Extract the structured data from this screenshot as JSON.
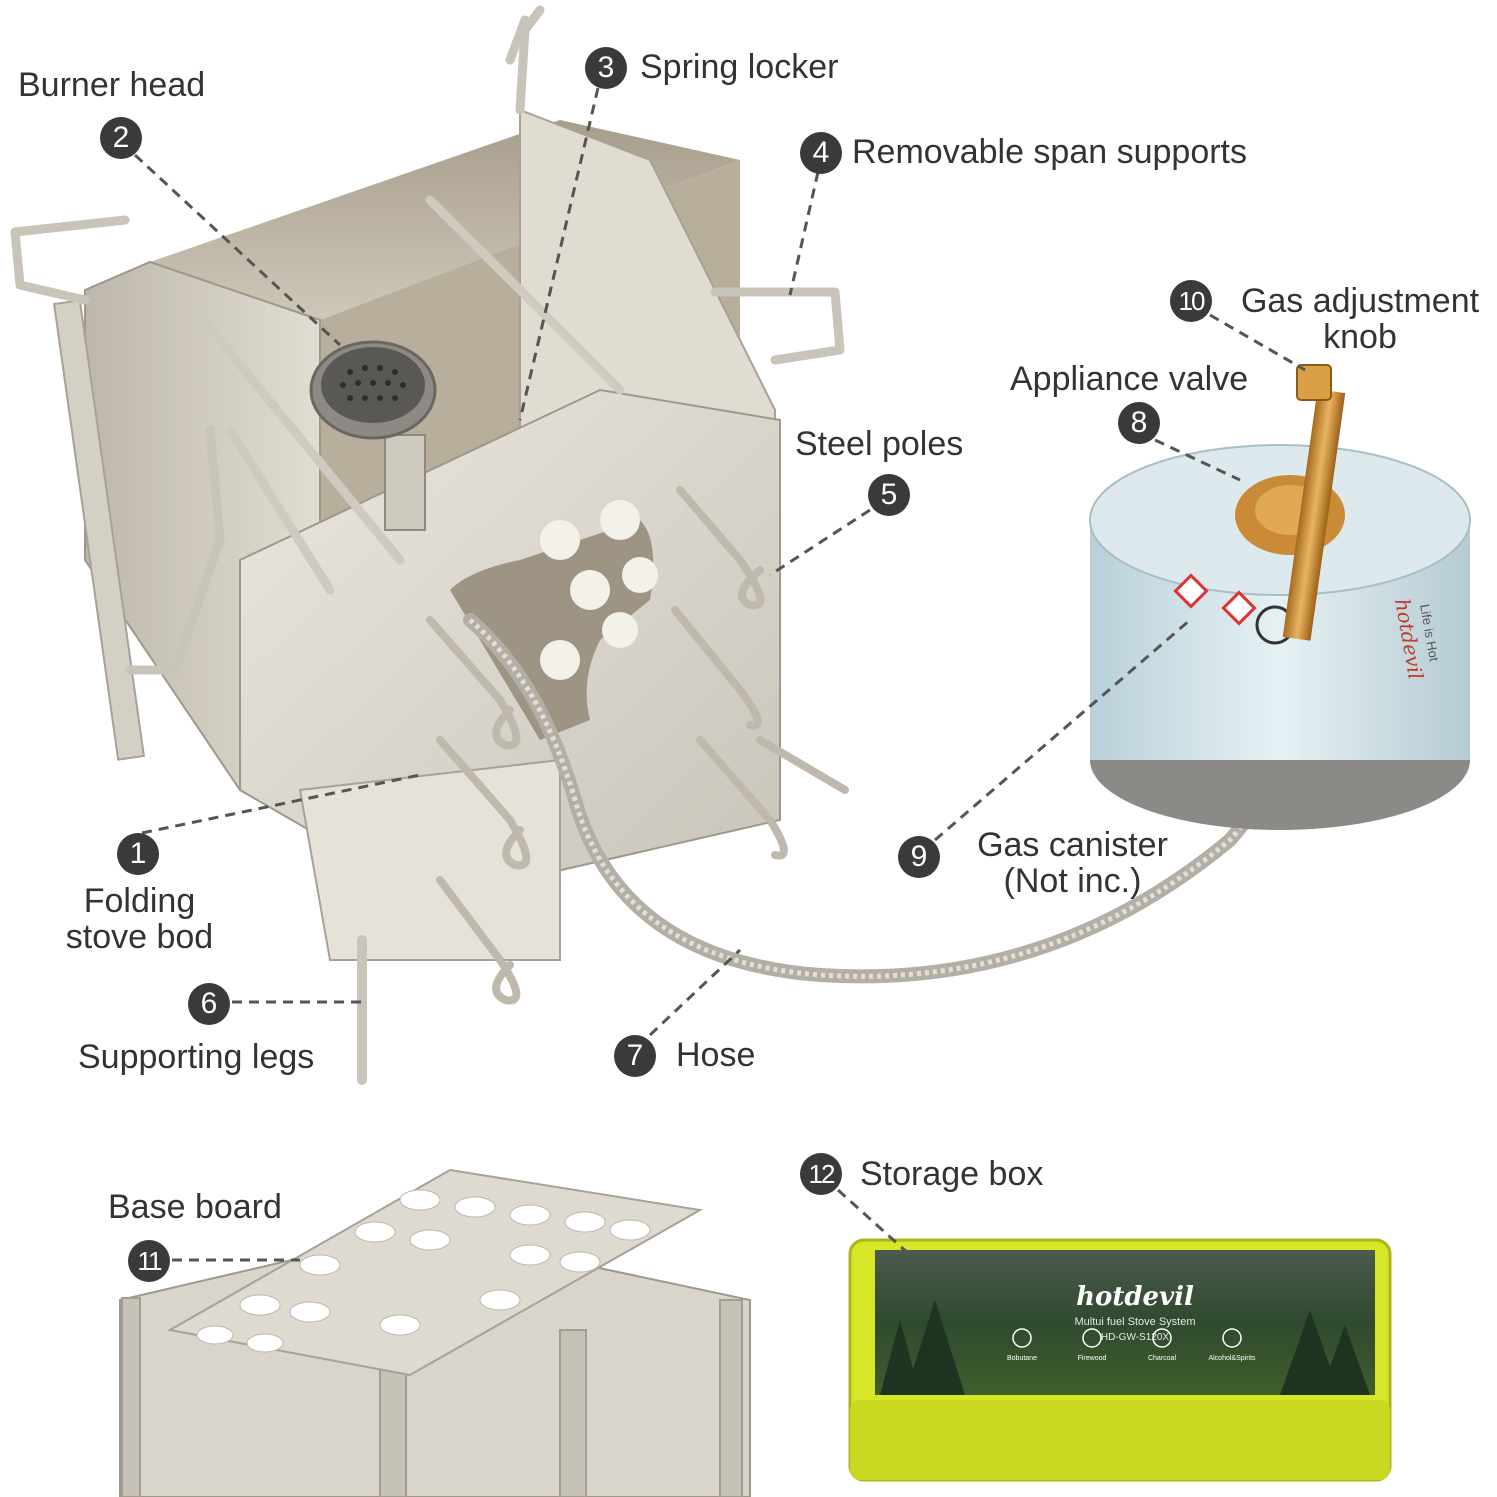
{
  "parts": [
    {
      "num": "1",
      "label": "Folding\nstove bod"
    },
    {
      "num": "2",
      "label": "Burner head"
    },
    {
      "num": "3",
      "label": "Spring locker"
    },
    {
      "num": "4",
      "label": "Removable span supports"
    },
    {
      "num": "5",
      "label": "Steel poles"
    },
    {
      "num": "6",
      "label": "Supporting legs"
    },
    {
      "num": "7",
      "label": "Hose"
    },
    {
      "num": "8",
      "label": "Appliance valve"
    },
    {
      "num": "9",
      "label": "Gas canister\n(Not inc.)"
    },
    {
      "num": "10",
      "label": "Gas adjustment\nknob"
    },
    {
      "num": "11",
      "label": "Base board"
    },
    {
      "num": "12",
      "label": "Storage box"
    }
  ],
  "canister": {
    "brand": "hotdevil",
    "tagline": "Life is Hot"
  },
  "storage_box": {
    "brand": "hotdevil",
    "subtitle": "Multui fuel Stove System",
    "model": "HD-GW-S120X",
    "fuels": [
      "Bobutane",
      "Firewood",
      "Charcoal",
      "Alcohol&Spirits"
    ]
  },
  "colors": {
    "badge": "#3a3a3a",
    "label": "#333333",
    "steel": "#d8d4cc",
    "box": "#d7e627",
    "brass": "#c9923a"
  }
}
